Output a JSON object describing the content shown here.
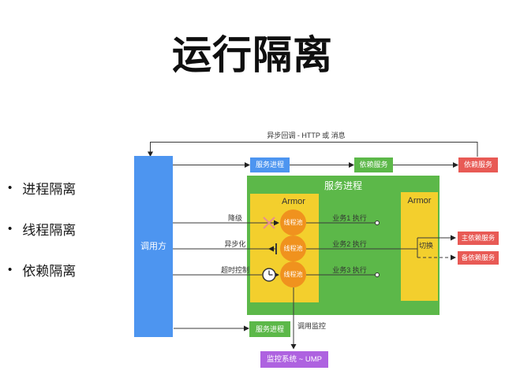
{
  "slide": {
    "title": "运行隔离",
    "bullet_marker": "•",
    "bullets": [
      "进程隔离",
      "线程隔离",
      "依赖隔离"
    ]
  },
  "diagram": {
    "async_callback_label": "异步回调 - HTTP 或 消息",
    "caller_label": "调用方",
    "top_row": {
      "service_process": "服务进程",
      "dep_service": "依赖服务",
      "dep_service_far": "依赖服务"
    },
    "service_process_box": {
      "title": "服务进程",
      "armor_left": "Armor",
      "armor_right": "Armor",
      "thread_pools": [
        "线程池",
        "线程池",
        "线程池"
      ]
    },
    "control_labels": {
      "degrade": "降级",
      "asyncify": "异步化",
      "timeout": "超时控制"
    },
    "business_labels": [
      "业务1 执行",
      "业务2 执行",
      "业务3 执行"
    ],
    "switch_label": "切换",
    "primary_dep_service": "主依赖服务",
    "backup_dep_service": "备依赖服务",
    "bottom_service_process": "服务进程",
    "monitor_call_label": "调用监控",
    "monitor_system_label": "监控系统 ~ UMP"
  },
  "colors": {
    "blue": "#4d95f0",
    "green": "#5cb849",
    "yellow": "#f3cf2d",
    "orange": "#f0921e",
    "red": "#e85a55",
    "purple": "#ae62e0",
    "line": "#3a3a3a",
    "x_mark": "#e88f8f"
  }
}
